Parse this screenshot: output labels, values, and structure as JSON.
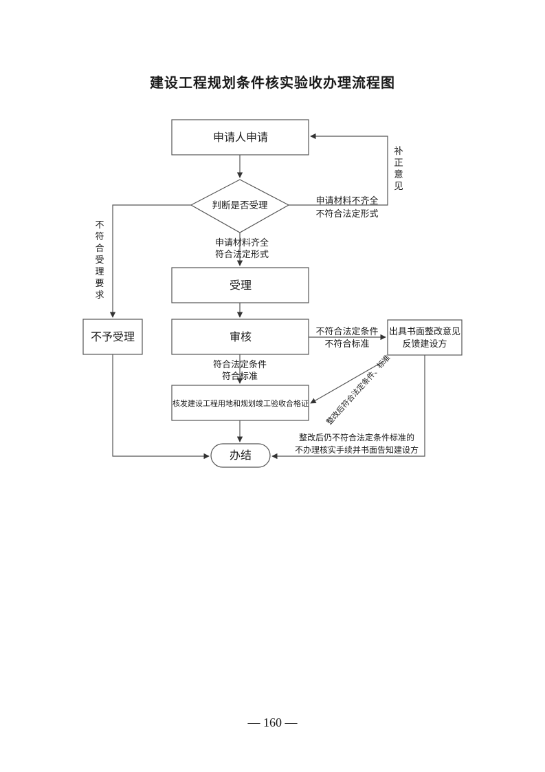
{
  "page": {
    "title": "建设工程规划条件核实验收办理流程图",
    "page_number": "— 160 —"
  },
  "flowchart": {
    "nodes": {
      "apply": "申请人申请",
      "decide": "判断是否受理",
      "accept": "受理",
      "review": "审核",
      "reject": "不予受理",
      "issue_opinion_line1": "出具书面整改意见",
      "issue_opinion_line2": "反馈建设方",
      "certificate": "核发建设工程用地和规划竣工验收合格证",
      "done": "办结"
    },
    "edge_labels": {
      "supplement": [
        "补",
        "正",
        "意",
        "见"
      ],
      "incomplete_line1": "申请材料不齐全",
      "incomplete_line2": "不符合法定形式",
      "complete_line1": "申请材料齐全",
      "complete_line2": "符合法定形式",
      "not_meet_accept": [
        "不",
        "符",
        "合",
        "受",
        "理",
        "要",
        "求"
      ],
      "not_meet_cond_line1": "不符合法定条件",
      "not_meet_cond_line2": "不符合标准",
      "meet_cond_line1": "符合法定条件",
      "meet_cond_line2": "符合标准",
      "rectified": "整改后符合法定条件、标准",
      "still_not_line1": "整改后仍不符合法定条件标准的",
      "still_not_line2": "不办理核实手续并书面告知建设方"
    }
  }
}
